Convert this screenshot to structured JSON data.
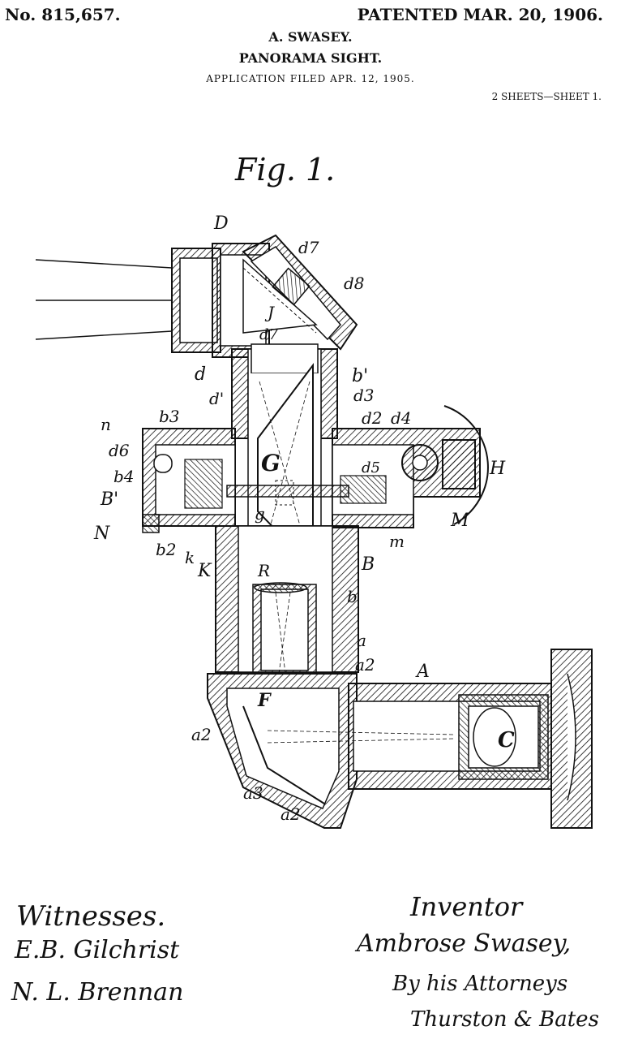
{
  "header": {
    "patent_number": "No. 815,657.",
    "patented_date": "PATENTED MAR. 20, 1906.",
    "inventor_caps": "A. SWASEY.",
    "title": "PANORAMA SIGHT.",
    "application": "APPLICATION FILED APR. 12, 1905.",
    "sheets": "2 SHEETS—SHEET 1."
  },
  "figure": {
    "caption": "Fig. 1.",
    "labels": {
      "D": "D",
      "d7a": "d7",
      "d8": "d8",
      "J": "J",
      "d7b": "d7",
      "d": "d",
      "b_prime": "b'",
      "d3": "d3",
      "d_prime": "d'",
      "b3": "b3",
      "n": "n",
      "d2": "d2",
      "d4": "d4",
      "d6": "d6",
      "G": "G",
      "H": "H",
      "d5": "d5",
      "b4": "b4",
      "B_prime": "B'",
      "N": "N",
      "g": "g",
      "M": "M",
      "b2": "b2",
      "k": "k",
      "m": "m",
      "K": "K",
      "B": "B",
      "R": "R",
      "b": "b",
      "a": "a",
      "a2a": "a2",
      "A": "A",
      "F": "F",
      "a2b": "a2",
      "C": "C",
      "a3": "a3",
      "a2c": "a2"
    }
  },
  "signatures": {
    "witnesses_label": "Witnesses.",
    "witness1": "E.B. Gilchrist",
    "witness2": "N. L. Brennan",
    "inventor_label": "Inventor",
    "inventor_name": "Ambrose Swasey,",
    "by_attorneys": "By his Attorneys",
    "attorneys": "Thurston & Bates"
  }
}
